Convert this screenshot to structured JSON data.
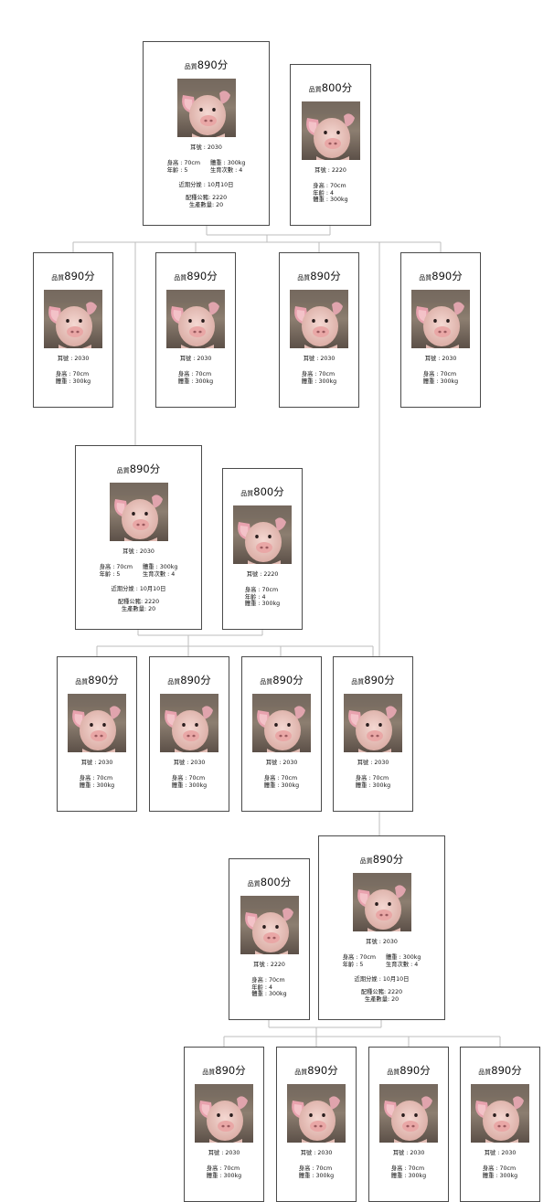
{
  "labels": {
    "score_prefix": "品質",
    "score_suffix": "分",
    "ear_prefix": "耳號 : ",
    "height_prefix": "身高 : ",
    "weight_prefix": "體重 : ",
    "age_prefix": "年齡 : ",
    "births_prefix": "生育次數 : ",
    "recent_birth_prefix": "近期分娩 : ",
    "sire_prefix": "配種公豬: ",
    "output_prefix": "生產數量: "
  },
  "sow": {
    "score": "890",
    "ear": "2030",
    "height": "70cm",
    "weight": "300kg",
    "age": "5",
    "births": "4",
    "recent_birth": "10月10日",
    "sire": "2220",
    "output": "20"
  },
  "boar": {
    "score": "800",
    "ear": "2220",
    "height": "70cm",
    "age": "4",
    "weight": "300kg"
  },
  "piglet": {
    "score": "890",
    "ear": "2030",
    "height": "70cm",
    "weight": "300kg"
  },
  "colors": {
    "border": "#4a4a4a",
    "connector": "#bdbdbd"
  }
}
